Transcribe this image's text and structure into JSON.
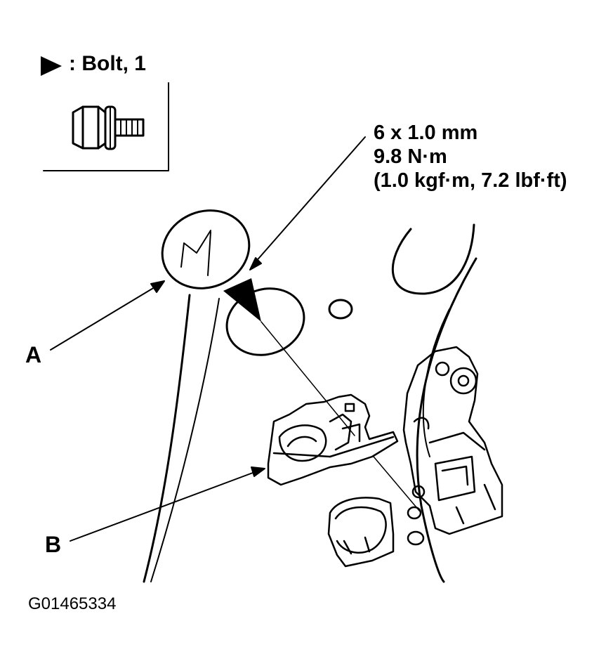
{
  "legend": {
    "marker_icon": "triangle-marker-icon",
    "text": ": Bolt, 1"
  },
  "torque_spec": {
    "line1": "6 x 1.0 mm",
    "line2": "9.8 N·m",
    "line3": "(1.0 kgf·m, 7.2 lbf·ft)"
  },
  "callouts": {
    "a": "A",
    "b": "B"
  },
  "figure_id": "G01465334"
}
